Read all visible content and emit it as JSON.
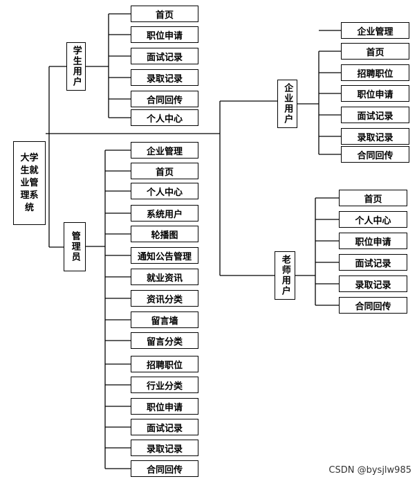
{
  "root": {
    "label_lines": [
      "大学",
      "生就",
      "业管",
      "理系",
      "统"
    ]
  },
  "groups": {
    "student": {
      "label": "学生用户",
      "items": [
        "首页",
        "职位申请",
        "面试记录",
        "录取记录",
        "合同回传",
        "个人中心"
      ]
    },
    "admin": {
      "label": "管理员",
      "items": [
        "企业管理",
        "首页",
        "个人中心",
        "系统用户",
        "轮播图",
        "通知公告管理",
        "就业资讯",
        "资讯分类",
        "留言墙",
        "留言分类",
        "招聘职位",
        "行业分类",
        "职位申请",
        "面试记录",
        "录取记录",
        "合同回传"
      ]
    },
    "company": {
      "label": "企业用户",
      "items": [
        "企业管理",
        "首页",
        "招聘职位",
        "职位申请",
        "面试记录",
        "录取记录",
        "合同回传"
      ]
    },
    "teacher": {
      "label": "老师用户",
      "items": [
        "首页",
        "个人中心",
        "职位申请",
        "面试记录",
        "录取记录",
        "合同回传"
      ]
    }
  },
  "watermark": "CSDN @bysjlw985"
}
